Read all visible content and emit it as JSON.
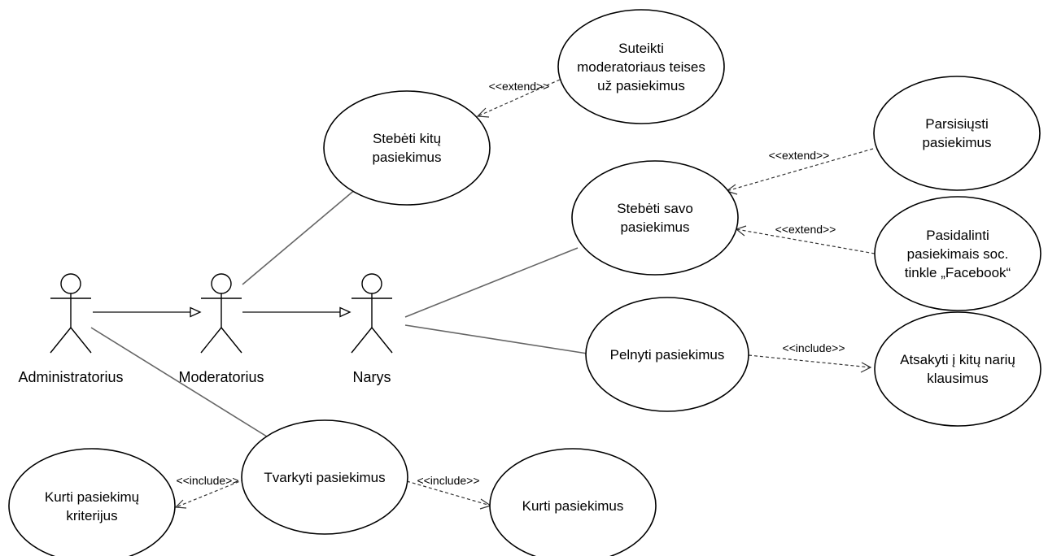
{
  "actors": {
    "administratorius": "Administratorius",
    "moderatorius": "Moderatorius",
    "narys": "Narys"
  },
  "use_cases": {
    "suteikti": [
      "Suteikti",
      "moderatoriaus teises",
      "už pasiekimus"
    ],
    "stebeti_kitu": [
      "Stebėti kitų",
      "pasiekimus"
    ],
    "stebeti_savo": [
      "Stebėti savo",
      "pasiekimus"
    ],
    "parsisiusti": [
      "Parsisiųsti",
      "pasiekimus"
    ],
    "pasidalinti": [
      "Pasidalinti",
      "pasiekimais soc.",
      "tinkle „Facebook“"
    ],
    "pelnyti": [
      "Pelnyti pasiekimus"
    ],
    "atsakyti": [
      "Atsakyti į kitų narių",
      "klausimus"
    ],
    "tvarkyti": [
      "Tvarkyti pasiekimus"
    ],
    "kurti_kriterijus": [
      "Kurti pasiekimų",
      "kriterijus"
    ],
    "kurti": [
      "Kurti pasiekimus"
    ]
  },
  "stereotypes": {
    "extend_suteikti": "<<extend>>",
    "extend_parsisiusti": "<<extend>>",
    "extend_pasidalinti": "<<extend>>",
    "include_atsakyti": "<<include>>",
    "include_kriterijus": "<<include>>",
    "include_kurti": "<<include>>"
  }
}
